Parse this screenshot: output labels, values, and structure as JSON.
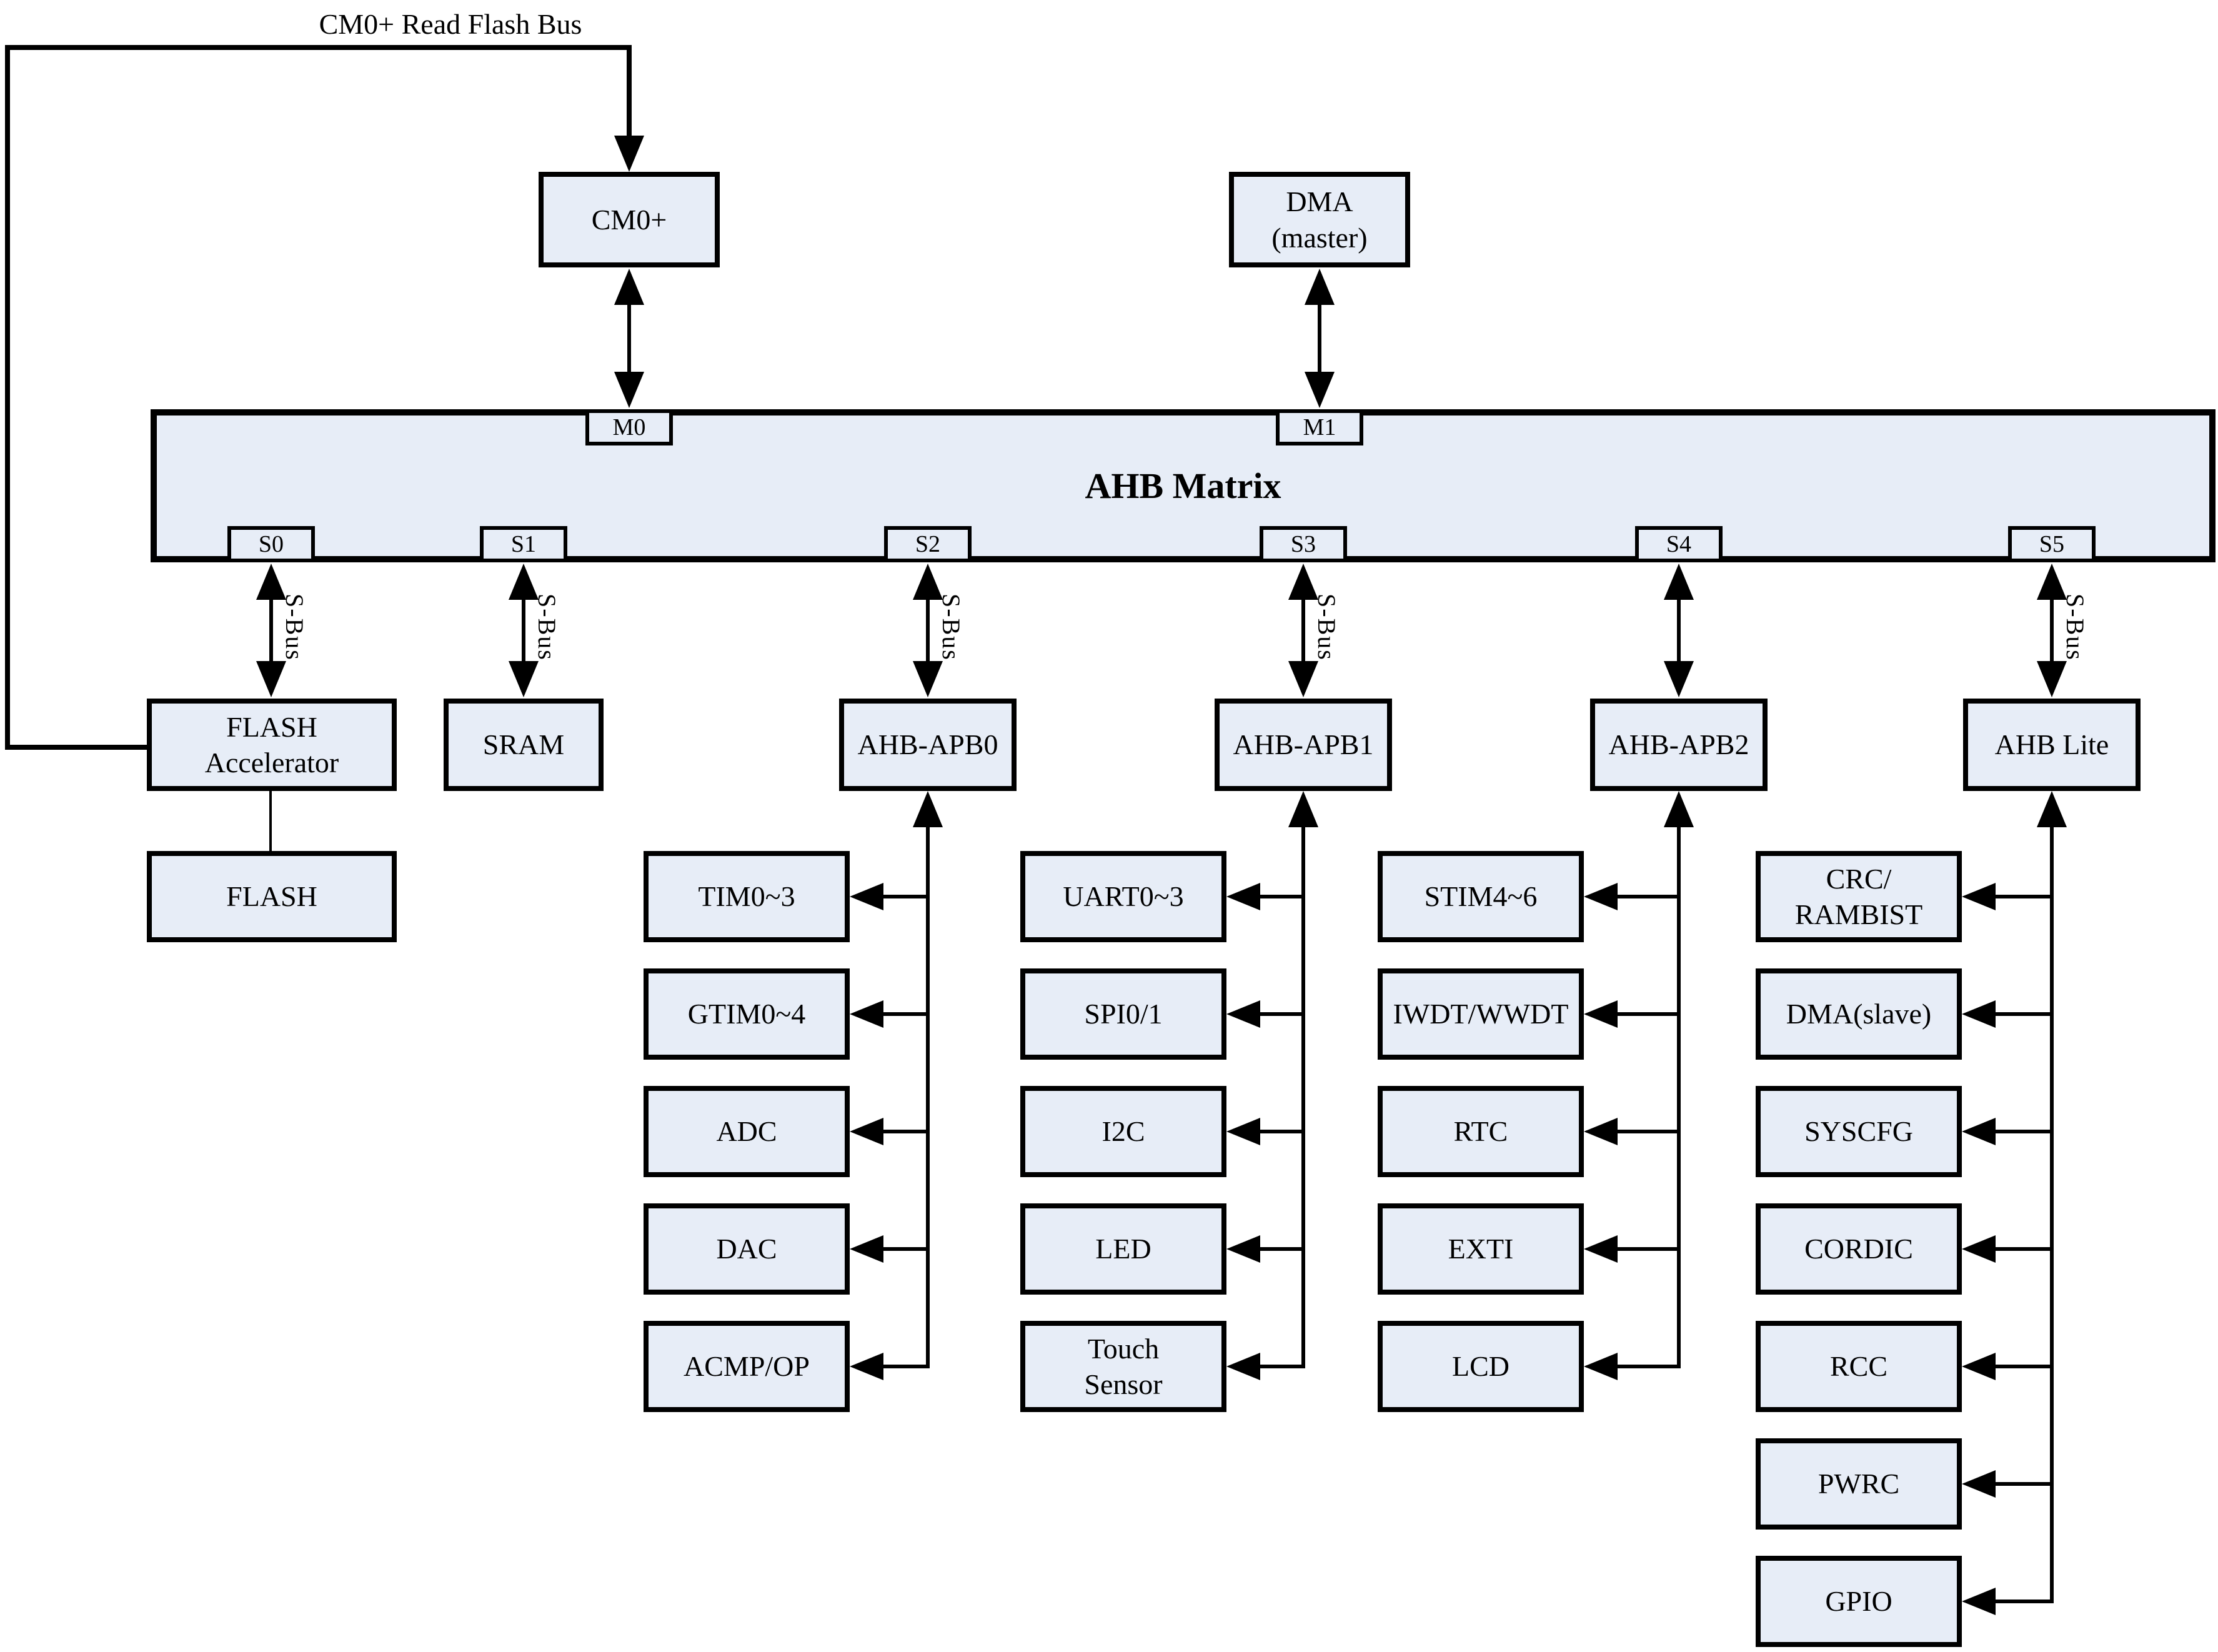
{
  "colors": {
    "box_fill": "#e7edf7",
    "line": "#000000",
    "background": "#ffffff"
  },
  "top_bus": {
    "label": "CM0+ Read Flash Bus"
  },
  "masters": {
    "cm0": {
      "label": "CM0+"
    },
    "dma": {
      "label": "DMA\n(master)"
    }
  },
  "ahb_matrix": {
    "title": "AHB Matrix",
    "master_ports": [
      {
        "label": "M0"
      },
      {
        "label": "M1"
      }
    ],
    "slave_ports": [
      {
        "label": "S0"
      },
      {
        "label": "S1"
      },
      {
        "label": "S2"
      },
      {
        "label": "S3"
      },
      {
        "label": "S4"
      },
      {
        "label": "S5"
      }
    ]
  },
  "sbus_label": "S-Bus",
  "bridges": [
    {
      "label": "FLASH\nAccelerator"
    },
    {
      "label": "SRAM"
    },
    {
      "label": "AHB-APB0"
    },
    {
      "label": "AHB-APB1"
    },
    {
      "label": "AHB-APB2"
    },
    {
      "label": "AHB Lite"
    }
  ],
  "memory": {
    "flash": {
      "label": "FLASH"
    }
  },
  "peripheral_columns": [
    {
      "items": [
        {
          "label": "TIM0~3"
        },
        {
          "label": "GTIM0~4"
        },
        {
          "label": "ADC"
        },
        {
          "label": "DAC"
        },
        {
          "label": "ACMP/OP"
        }
      ]
    },
    {
      "items": [
        {
          "label": "UART0~3"
        },
        {
          "label": "SPI0/1"
        },
        {
          "label": "I2C"
        },
        {
          "label": "LED"
        },
        {
          "label": "Touch\nSensor"
        }
      ]
    },
    {
      "items": [
        {
          "label": "STIM4~6"
        },
        {
          "label": "IWDT/WWDT"
        },
        {
          "label": "RTC"
        },
        {
          "label": "EXTI"
        },
        {
          "label": "LCD"
        }
      ]
    },
    {
      "items": [
        {
          "label": "CRC/\nRAMBIST"
        },
        {
          "label": "DMA(slave)"
        },
        {
          "label": "SYSCFG"
        },
        {
          "label": "CORDIC"
        },
        {
          "label": "RCC"
        },
        {
          "label": "PWRC"
        },
        {
          "label": "GPIO"
        }
      ]
    }
  ]
}
